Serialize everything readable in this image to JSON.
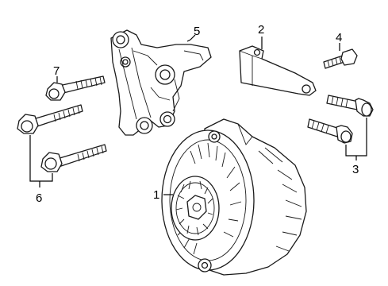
{
  "diagram": {
    "callouts": {
      "alternator": "1",
      "bracket": "2",
      "bolts_right": "3",
      "bolt_small": "4",
      "mount_bracket": "5",
      "bolts_left": "6",
      "bolt_top_left": "7"
    }
  }
}
